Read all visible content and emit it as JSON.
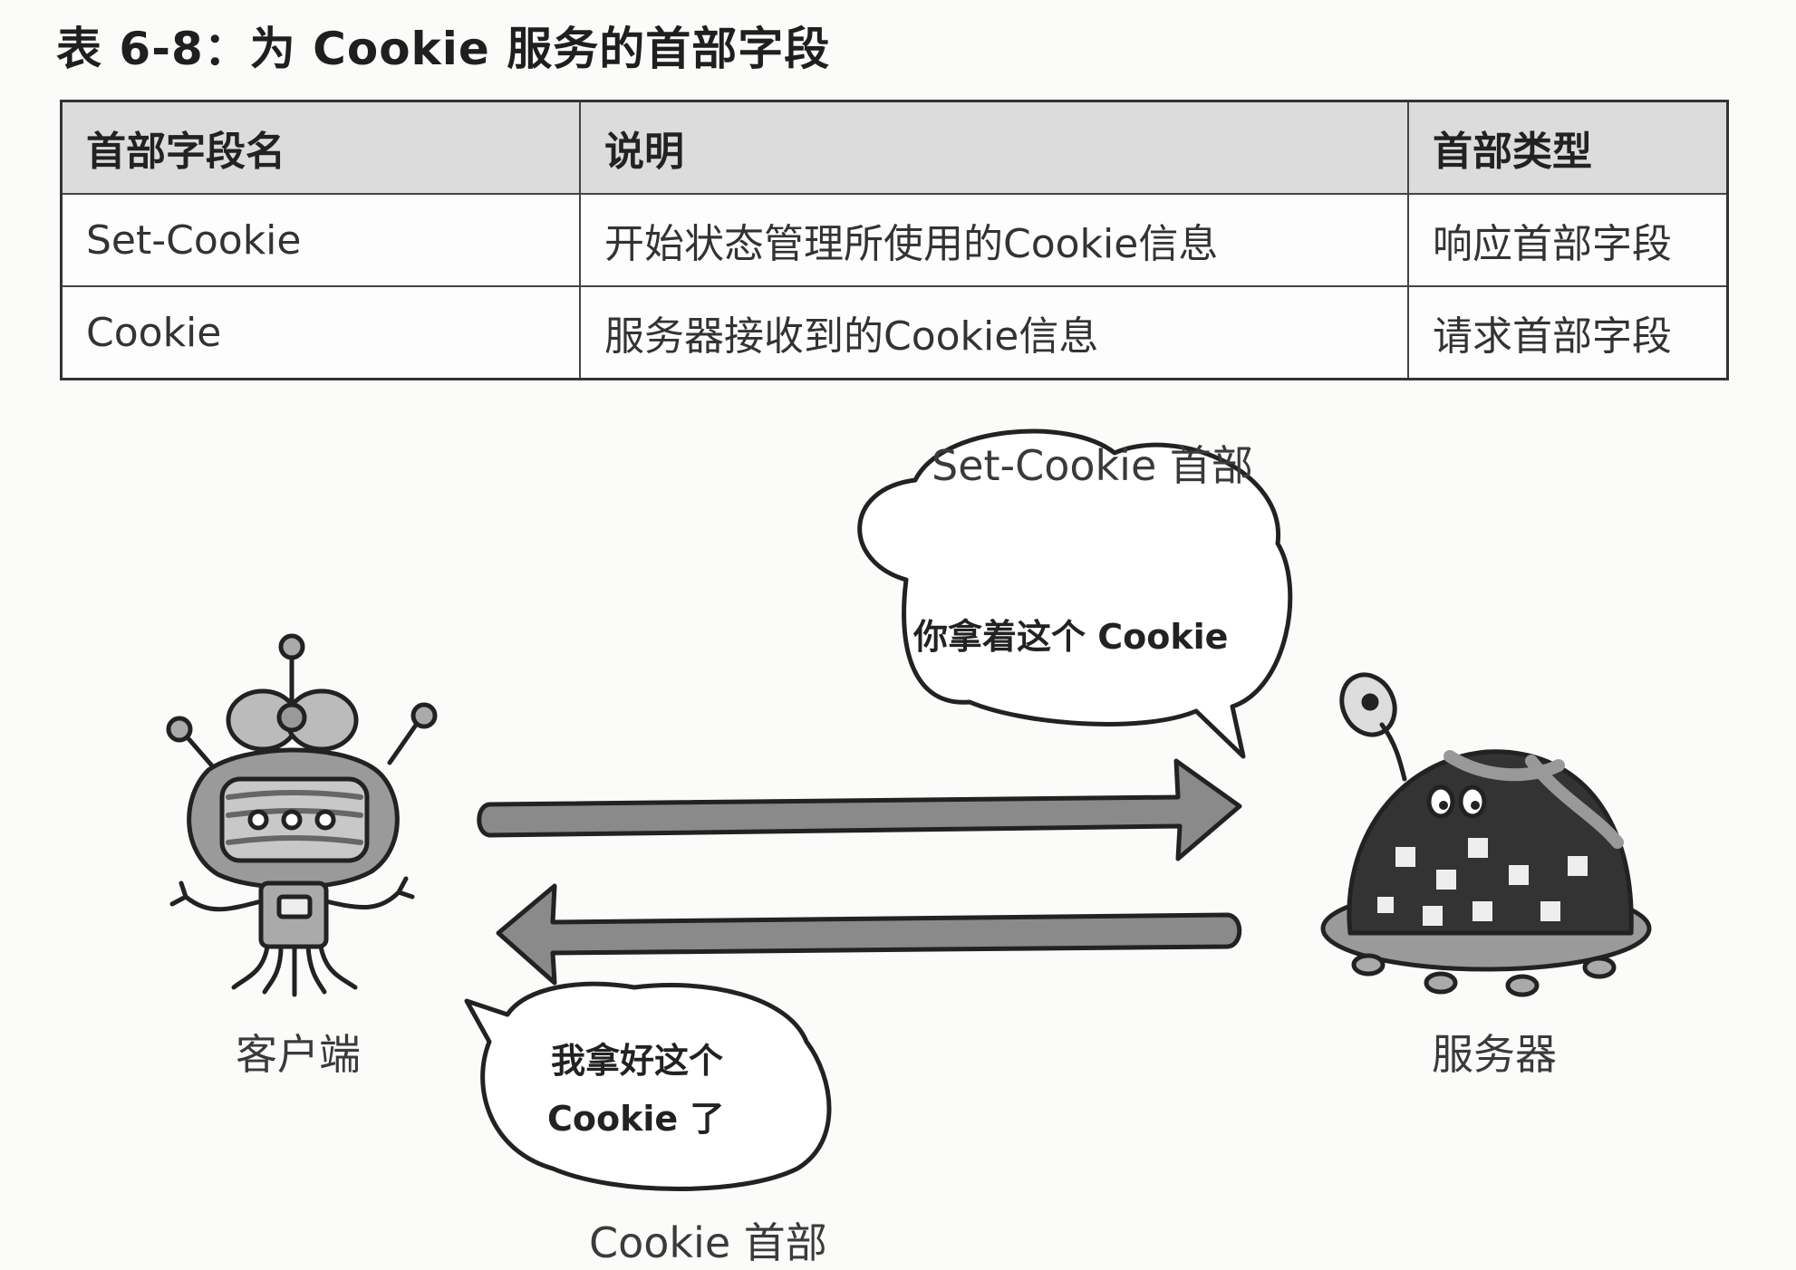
{
  "caption": "表 6-8：为 Cookie 服务的首部字段",
  "table": {
    "headers": [
      "首部字段名",
      "说明",
      "首部类型"
    ],
    "rows": [
      [
        "Set-Cookie",
        "开始状态管理所使用的Cookie信息",
        "响应首部字段"
      ],
      [
        "Cookie",
        "服务器接收到的Cookie信息",
        "请求首部字段"
      ]
    ]
  },
  "diagram": {
    "top_header_label": "Set-Cookie 首部",
    "server_bubble": "你拿着这个 Cookie",
    "client_bubble_line1": "我拿好这个",
    "client_bubble_line2": "Cookie 了",
    "bottom_header_label": "Cookie 首部",
    "client_label": "客户端",
    "server_label": "服务器"
  }
}
